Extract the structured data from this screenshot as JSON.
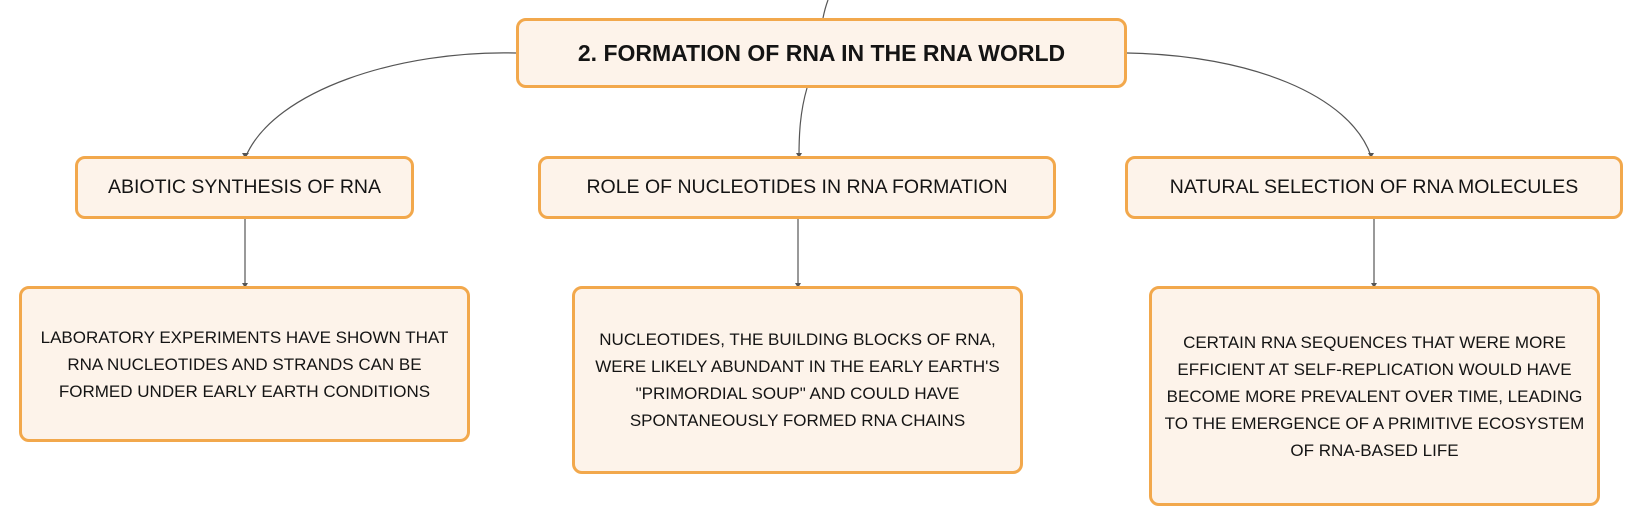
{
  "root": {
    "label": "2. FORMATION OF RNA IN THE RNA WORLD"
  },
  "topics": [
    {
      "label": "ABIOTIC SYNTHESIS OF RNA",
      "detail": "LABORATORY EXPERIMENTS HAVE SHOWN THAT RNA NUCLEOTIDES AND STRANDS CAN BE FORMED UNDER EARLY EARTH CONDITIONS"
    },
    {
      "label": "ROLE OF NUCLEOTIDES IN RNA FORMATION",
      "detail": "NUCLEOTIDES, THE BUILDING BLOCKS OF RNA, WERE LIKELY ABUNDANT IN THE EARLY EARTH'S \"PRIMORDIAL SOUP\" AND COULD HAVE SPONTANEOUSLY FORMED RNA CHAINS"
    },
    {
      "label": "NATURAL SELECTION OF RNA MOLECULES",
      "detail": "CERTAIN RNA SEQUENCES THAT WERE MORE EFFICIENT AT SELF-REPLICATION WOULD HAVE BECOME MORE PREVALENT OVER TIME, LEADING TO THE EMERGENCE OF A PRIMITIVE ECOSYSTEM OF RNA-BASED LIFE"
    }
  ],
  "colors": {
    "node_fill": "#fdf3ea",
    "node_border": "#f2a84c",
    "connector": "#555555",
    "text": "#141414"
  }
}
